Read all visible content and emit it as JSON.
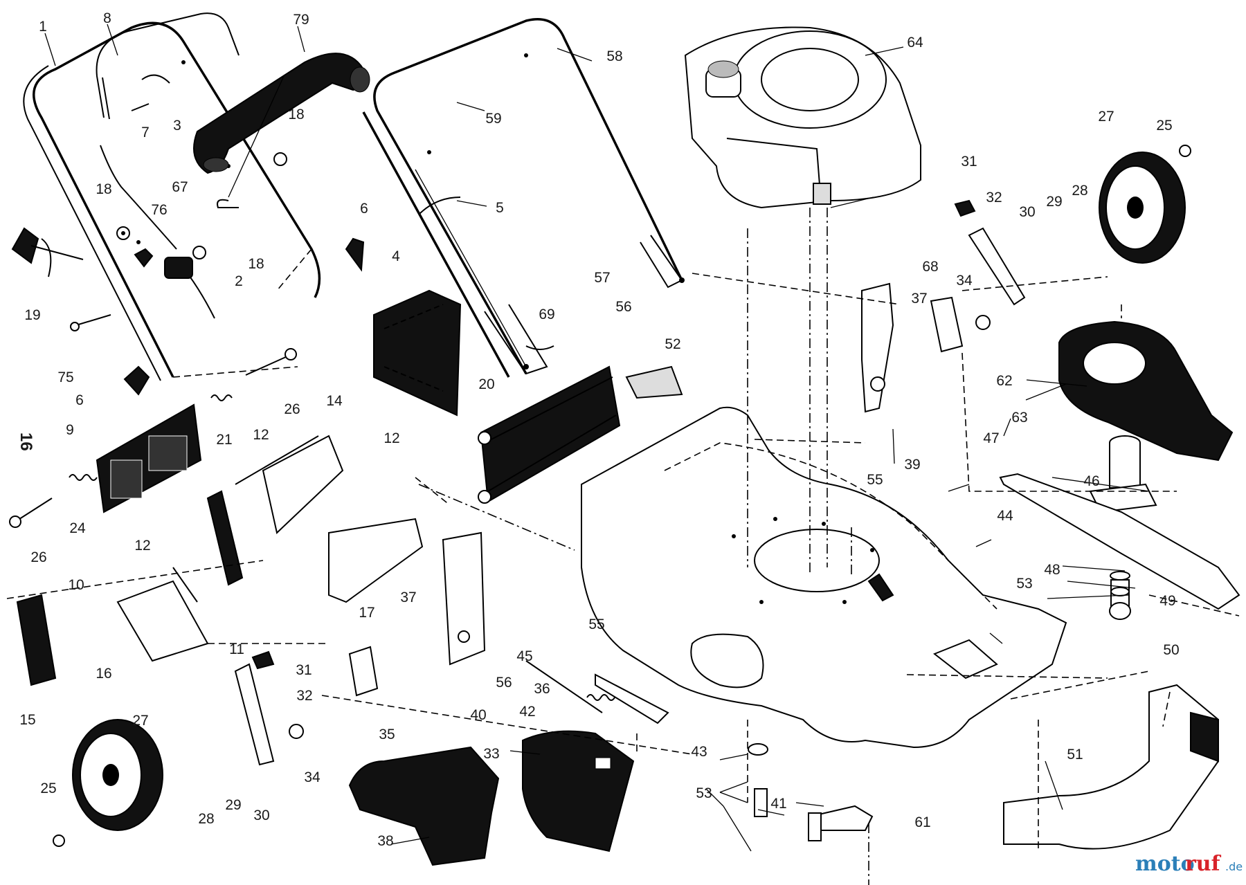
{
  "page_number": "16",
  "watermark": {
    "brand_a": "moto",
    "brand_b": "ruf",
    "suffix": ".de"
  },
  "callouts": [
    {
      "n": "1"
    },
    {
      "n": "8"
    },
    {
      "n": "79"
    },
    {
      "n": "7"
    },
    {
      "n": "3"
    },
    {
      "n": "18"
    },
    {
      "n": "67"
    },
    {
      "n": "18"
    },
    {
      "n": "76"
    },
    {
      "n": "18"
    },
    {
      "n": "2"
    },
    {
      "n": "19"
    },
    {
      "n": "75"
    },
    {
      "n": "6"
    },
    {
      "n": "6"
    },
    {
      "n": "58"
    },
    {
      "n": "59"
    },
    {
      "n": "5"
    },
    {
      "n": "4"
    },
    {
      "n": "57"
    },
    {
      "n": "69"
    },
    {
      "n": "56"
    },
    {
      "n": "52"
    },
    {
      "n": "20"
    },
    {
      "n": "64"
    },
    {
      "n": "27"
    },
    {
      "n": "25"
    },
    {
      "n": "31"
    },
    {
      "n": "32"
    },
    {
      "n": "30"
    },
    {
      "n": "29"
    },
    {
      "n": "28"
    },
    {
      "n": "68"
    },
    {
      "n": "37"
    },
    {
      "n": "34"
    },
    {
      "n": "62"
    },
    {
      "n": "63"
    },
    {
      "n": "47"
    },
    {
      "n": "46"
    },
    {
      "n": "39"
    },
    {
      "n": "55"
    },
    {
      "n": "44"
    },
    {
      "n": "48"
    },
    {
      "n": "53"
    },
    {
      "n": "49"
    },
    {
      "n": "50"
    },
    {
      "n": "26"
    },
    {
      "n": "21"
    },
    {
      "n": "14"
    },
    {
      "n": "9"
    },
    {
      "n": "12"
    },
    {
      "n": "12"
    },
    {
      "n": "24"
    },
    {
      "n": "26"
    },
    {
      "n": "12"
    },
    {
      "n": "10"
    },
    {
      "n": "17"
    },
    {
      "n": "11"
    },
    {
      "n": "16"
    },
    {
      "n": "15"
    },
    {
      "n": "37"
    },
    {
      "n": "40"
    },
    {
      "n": "55"
    },
    {
      "n": "45"
    },
    {
      "n": "56"
    },
    {
      "n": "31"
    },
    {
      "n": "32"
    },
    {
      "n": "36"
    },
    {
      "n": "42"
    },
    {
      "n": "35"
    },
    {
      "n": "27"
    },
    {
      "n": "34"
    },
    {
      "n": "33"
    },
    {
      "n": "25"
    },
    {
      "n": "28"
    },
    {
      "n": "29"
    },
    {
      "n": "30"
    },
    {
      "n": "43"
    },
    {
      "n": "53"
    },
    {
      "n": "41"
    },
    {
      "n": "61"
    },
    {
      "n": "51"
    },
    {
      "n": "38"
    }
  ]
}
